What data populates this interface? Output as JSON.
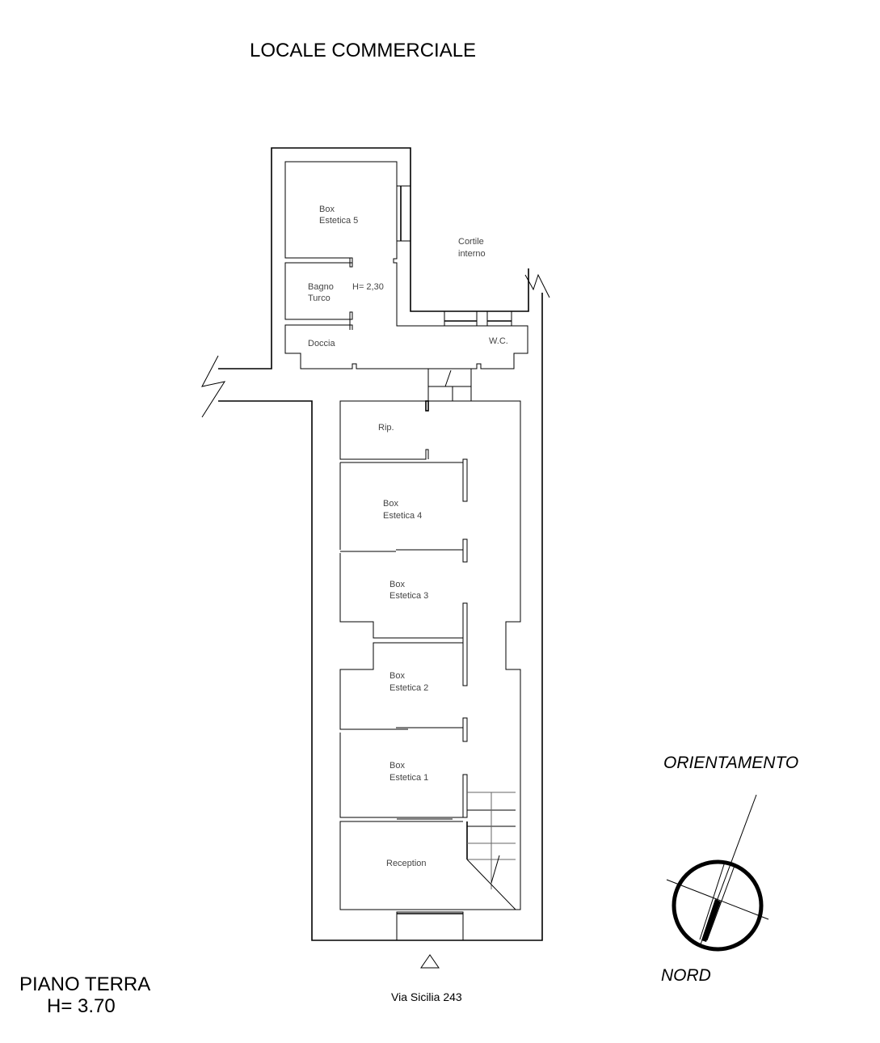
{
  "title": "LOCALE COMMERCIALE",
  "floor": {
    "name": "PIANO TERRA",
    "height": "H= 3.70"
  },
  "address": "Via Sicilia 243",
  "orientation": {
    "label": "ORIENTAMENTO",
    "north": "NORD"
  },
  "rooms": {
    "box5": [
      "Box",
      "Estetica 5"
    ],
    "cortile": [
      "Cortile",
      "interno"
    ],
    "bagno": [
      "Bagno",
      "Turco"
    ],
    "mezzanine_height": "H= 2,30",
    "doccia": "Doccia",
    "wc": "W.C.",
    "rip": "Rip.",
    "box4": [
      "Box",
      "Estetica 4"
    ],
    "box3": [
      "Box",
      "Estetica 3"
    ],
    "box2": [
      "Box",
      "Estetica 2"
    ],
    "box1": [
      "Box",
      "Estetica 1"
    ],
    "reception": "Reception"
  }
}
